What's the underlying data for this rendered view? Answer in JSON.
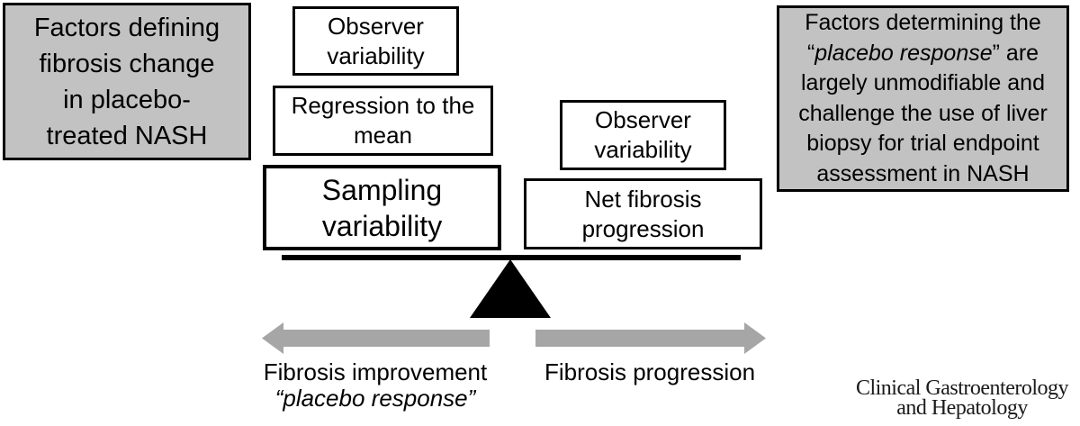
{
  "colors": {
    "note_box_fill": "#c2c2c2",
    "box_border": "#000000",
    "arrow_gray": "#a6a6a6",
    "beam_black": "#000000",
    "text_ink": "#000000"
  },
  "left_note": {
    "line1": "Factors defining",
    "line2": "fibrosis change",
    "line3": "in placebo-",
    "line4": "treated NASH"
  },
  "right_note": {
    "line1": "Factors determining the",
    "line2_open_quote": "“",
    "line2_italic": "placebo response",
    "line2_rest": "” are",
    "line3": "largely unmodifiable and",
    "line4": "challenge the use of liver",
    "line5": "biopsy for trial endpoint",
    "line6": "assessment in NASH"
  },
  "balance": {
    "left_boxes": [
      {
        "lines": [
          "Observer",
          "variability"
        ]
      },
      {
        "lines": [
          "Regression to the",
          "mean"
        ]
      },
      {
        "lines": [
          "Sampling",
          "variability"
        ]
      }
    ],
    "right_boxes": [
      {
        "lines": [
          "Observer",
          "variability"
        ]
      },
      {
        "lines": [
          "Net fibrosis",
          "progression"
        ]
      }
    ]
  },
  "axis": {
    "left_label": "Fibrosis improvement",
    "left_sublabel": "“placebo response”",
    "right_label": "Fibrosis progression"
  },
  "journal": {
    "line1": "Clinical Gastroenterology",
    "line2": "and Hepatology"
  }
}
